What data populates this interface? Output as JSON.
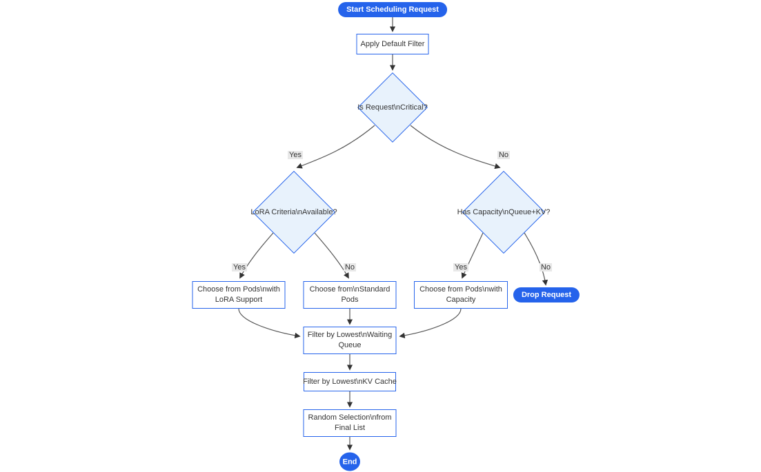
{
  "diagram": {
    "type": "flowchart",
    "nodes": {
      "start": {
        "shape": "pill",
        "lines": [
          "Start Scheduling Request"
        ]
      },
      "apply_filter": {
        "shape": "rect",
        "lines": [
          "Apply Default Filter"
        ]
      },
      "is_critical": {
        "shape": "diamond",
        "lines": [
          "Is Request\\nCritical?"
        ]
      },
      "lora_criteria": {
        "shape": "diamond",
        "lines": [
          "LoRA Criteria\\nAvailable?"
        ]
      },
      "has_capacity": {
        "shape": "diamond",
        "lines": [
          "Has Capacity\\nQueue+KV?"
        ]
      },
      "choose_lora": {
        "shape": "rect",
        "lines": [
          "Choose from Pods\\nwith",
          "LoRA Support"
        ]
      },
      "choose_standard": {
        "shape": "rect",
        "lines": [
          "Choose from\\nStandard",
          "Pods"
        ]
      },
      "choose_capacity": {
        "shape": "rect",
        "lines": [
          "Choose from Pods\\nwith",
          "Capacity"
        ]
      },
      "drop_request": {
        "shape": "pill",
        "lines": [
          "Drop Request"
        ]
      },
      "filter_queue": {
        "shape": "rect",
        "lines": [
          "Filter by Lowest\\nWaiting",
          "Queue"
        ]
      },
      "filter_kv": {
        "shape": "rect",
        "lines": [
          "Filter by Lowest\\nKV Cache"
        ]
      },
      "random_select": {
        "shape": "rect",
        "lines": [
          "Random Selection\\nfrom",
          "Final List"
        ]
      },
      "end": {
        "shape": "circle",
        "lines": [
          "End"
        ]
      }
    },
    "edge_labels": {
      "critical_yes": "Yes",
      "critical_no": "No",
      "lora_yes": "Yes",
      "lora_no": "No",
      "capacity_yes": "Yes",
      "capacity_no": "No"
    },
    "colors": {
      "accent_blue": "#2563eb",
      "diamond_fill": "#e8f2fc",
      "rect_fill": "#ffffff",
      "text": "#333333",
      "edge_line": "#555555",
      "edge_label_bg": "#e8e8e8",
      "pill_text": "#ffffff"
    }
  }
}
